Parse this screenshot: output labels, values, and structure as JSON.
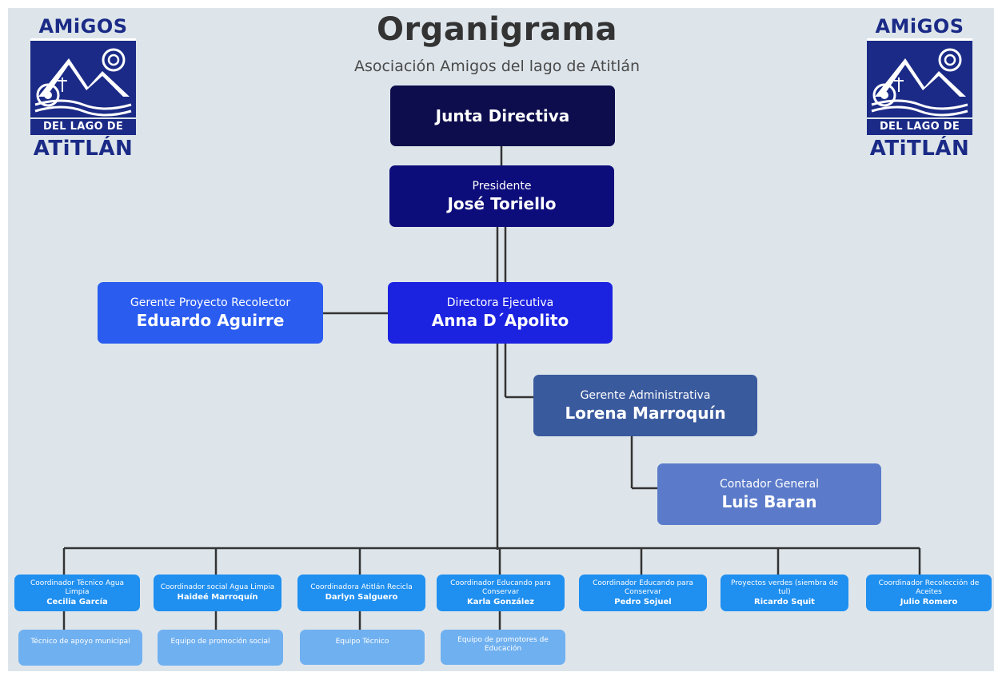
{
  "header": {
    "title": "Organigrama",
    "subtitle": "Asociación Amigos del lago de Atitlán"
  },
  "logo": {
    "top_text": "AMiGOS",
    "middle_text": "DEL LAGO DE",
    "bottom_text": "ATiTLÁN",
    "icon": "lake-volcano-emblem-icon",
    "colors": {
      "navy": "#1a2a86",
      "white": "#ffffff"
    }
  },
  "org": {
    "junta": {
      "name": "Junta Directiva"
    },
    "presidente": {
      "role": "Presidente",
      "name": "José Toriello"
    },
    "directora": {
      "role": "Directora Ejecutiva",
      "name": "Anna D´Apolito"
    },
    "gerente_proyecto": {
      "role": "Gerente Proyecto Recolector",
      "name": "Eduardo Aguirre"
    },
    "gerente_admin": {
      "role": "Gerente Administrativa",
      "name": "Lorena Marroquín"
    },
    "contador": {
      "role": "Contador General",
      "name": "Luis Baran"
    },
    "coordinators": [
      {
        "role": "Coordinador  Técnico Agua Limpia",
        "name": "Cecilia García",
        "team": "Técnico  de apoyo municipal"
      },
      {
        "role": "Coordinador social Agua Limpia",
        "name": "Haideé Marroquín",
        "team": "Equipo de promoción social"
      },
      {
        "role": "Coordinadora Atitlán Recicla",
        "name": "Darlyn Salguero",
        "team": "Equipo Técnico"
      },
      {
        "role": "Coordinador  Educando para Conservar",
        "name": "Karla González",
        "team": "Equipo de promotores de Educación"
      },
      {
        "role": "Coordinador Educando para Conservar",
        "name": "Pedro Sojuel",
        "team": ""
      },
      {
        "role": "Proyectos verdes (siembra de tul)",
        "name": "Ricardo Squit",
        "team": ""
      },
      {
        "role": "Coordinador Recolección de Aceites",
        "name": "Julio Romero",
        "team": ""
      }
    ]
  },
  "colors": {
    "background": "#dde5eb",
    "junta": "#0d0d4d",
    "presidente": "#0c0c7a",
    "directora": "#1b22e0",
    "gerente_proyecto": "#2a5cf0",
    "gerente_admin": "#3a5a9e",
    "contador": "#5b7bca",
    "coordinator": "#1f8ff0",
    "team": "#6fb0f0",
    "line": "#333333"
  }
}
